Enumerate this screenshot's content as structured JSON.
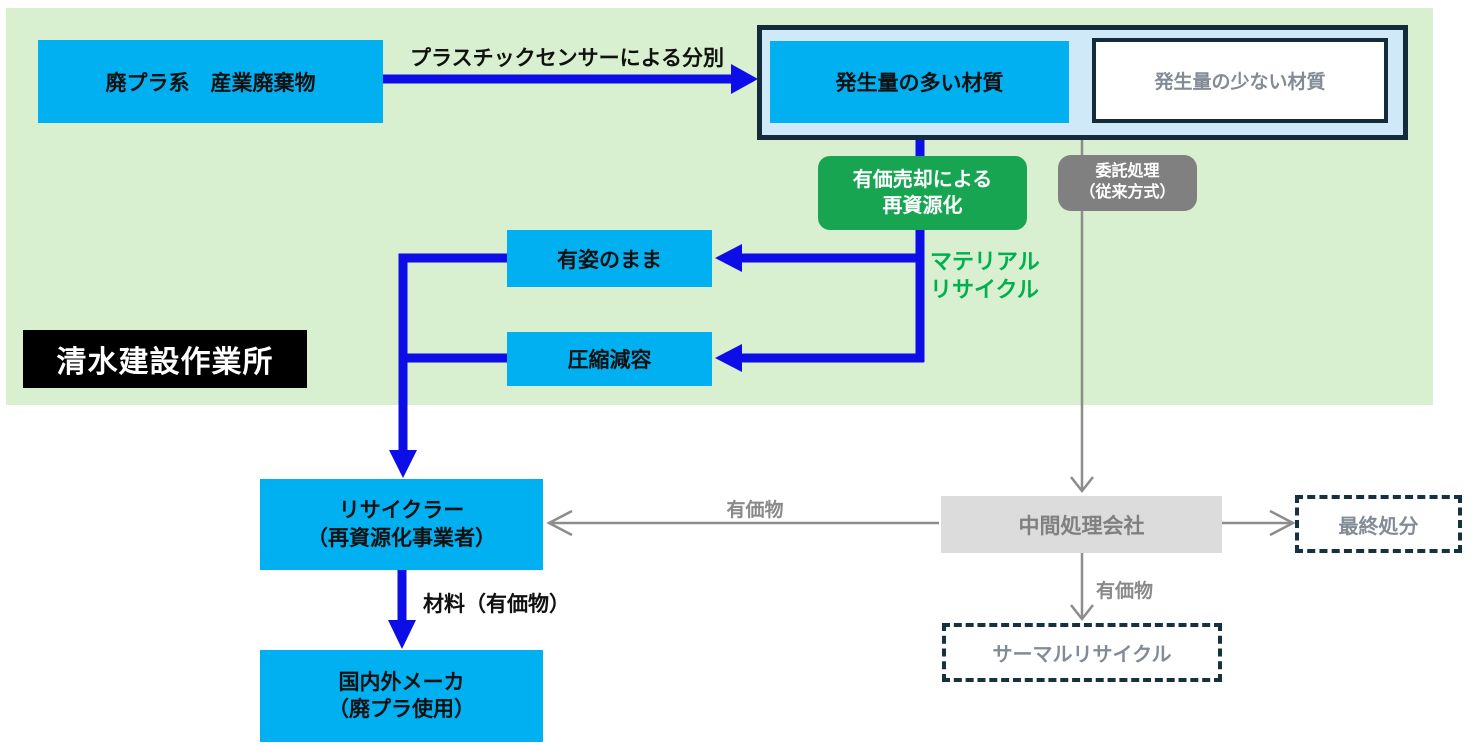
{
  "colors": {
    "background_green": "#d8efd0",
    "cyan_box": "#00b0f0",
    "arrow_blue": "#0d0de8",
    "green_box": "#17a552",
    "green_text": "#00b050",
    "gray_box": "#808080",
    "light_gray_box": "#dcdcdc",
    "gray_text": "#828b96",
    "navy_border": "#132b3a",
    "site_label_bg": "#000000"
  },
  "site_area": {
    "area_label": "清水建設作業所",
    "waste_source": "廃プラ系　産業廃棄物",
    "sensor_sorting_label": "プラスチックセンサーによる分別",
    "high_volume_material": "発生量の多い材質",
    "low_volume_material": "発生量の少ない材質",
    "valuable_sale_recycling": "有価売却による\n再資源化",
    "consignment_processing": "委託処理\n（従来方式）",
    "material_recycle_label": "マテリアル\nリサイクル",
    "as_is": "有姿のまま",
    "compression": "圧縮減容"
  },
  "offsite": {
    "recycler": "リサイクラー\n（再資源化事業者）",
    "material_valuables_label": "材料（有価物）",
    "manufacturer": "国内外メーカ\n（廃プラ使用）",
    "intermediate_company": "中間処理会社",
    "valuables_to_recycler_label": "有価物",
    "valuables_to_thermal_label": "有価物",
    "final_disposal": "最終処分",
    "thermal_recycle": "サーマルリサイクル"
  }
}
